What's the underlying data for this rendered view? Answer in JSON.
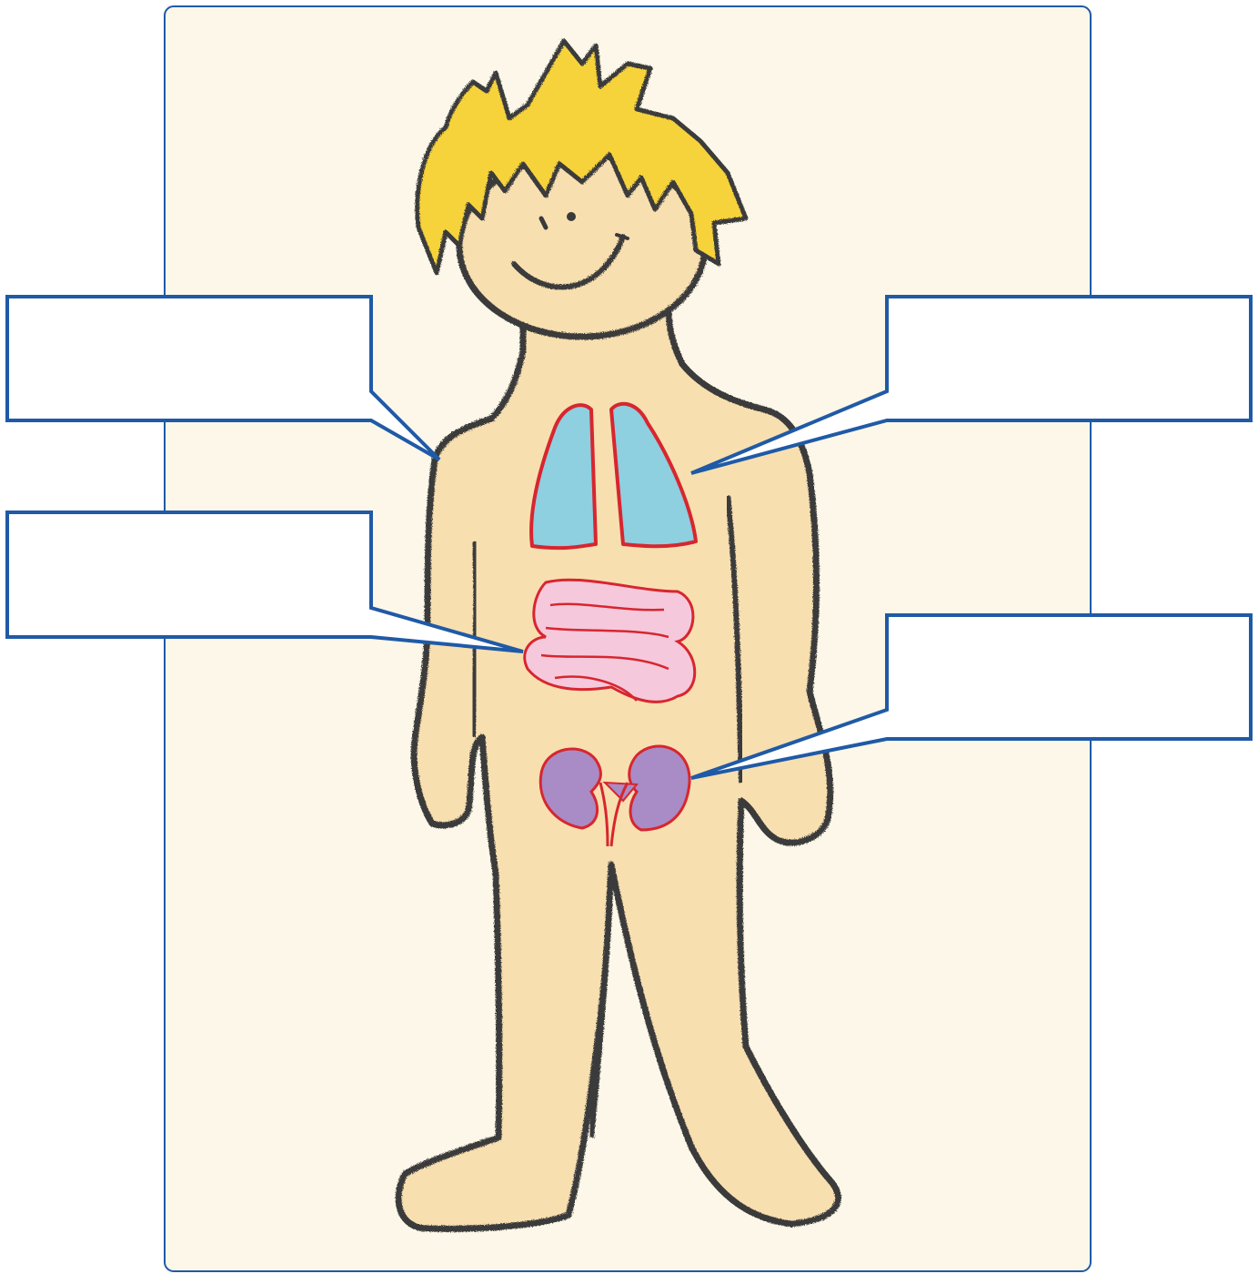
{
  "colors": {
    "card_background": "#fcf7e9",
    "card_border": "#1f5aa6",
    "skin": "#f8dfb0",
    "outline": "#3a3a3a",
    "hair": "#f7d33b",
    "lungs": "#8ecfe0",
    "intestines": "#f6c8dc",
    "kidneys": "#a98bc6",
    "organ_outline": "#d7262f",
    "callout_border": "#1f5aa6",
    "callout_fill": "#ffffff"
  },
  "callouts": [
    {
      "id": "shoulder-label",
      "text": "",
      "points_to": "body-shoulder"
    },
    {
      "id": "lungs-label",
      "text": "",
      "points_to": "lungs"
    },
    {
      "id": "intestines-label",
      "text": "",
      "points_to": "intestines"
    },
    {
      "id": "kidneys-label",
      "text": "",
      "points_to": "kidneys"
    }
  ],
  "figure": {
    "subject": "child",
    "organs": [
      "lungs",
      "intestines",
      "kidneys"
    ]
  }
}
